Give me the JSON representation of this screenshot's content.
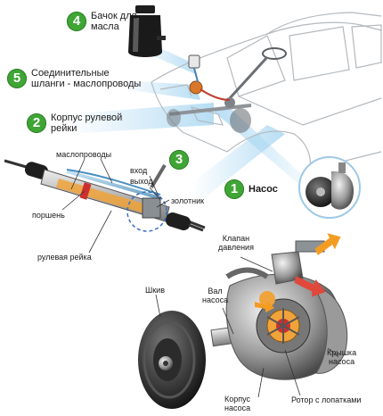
{
  "colors": {
    "badge": "#3fa535",
    "oil_in": "#f39c22",
    "oil_out": "#e0483b",
    "highlight": "#9fd2f0"
  },
  "callouts": [
    {
      "number": "4",
      "text": "Бачок для\nмасла"
    },
    {
      "number": "5",
      "text": "Соединительные\nшланги - маслопроводы"
    },
    {
      "number": "2",
      "text": "Корпус рулевой\nрейки"
    },
    {
      "number": "3",
      "text": ""
    },
    {
      "number": "1",
      "text": "Насос"
    }
  ],
  "rack_labels": {
    "hoses": "маслопроводы",
    "inlet": "вход",
    "outlet": "выход",
    "piston": "поршень",
    "valve": "золотник",
    "rack": "рулевая рейка"
  },
  "pump_labels": {
    "pressure_valve": "Клапан\nдавления",
    "pulley": "Шкив",
    "shaft": "Вал\nнасоса",
    "cover": "Крышка\nнасоса",
    "housing": "Корпус\nнасоса",
    "rotor": "Ротор с лопатками"
  }
}
